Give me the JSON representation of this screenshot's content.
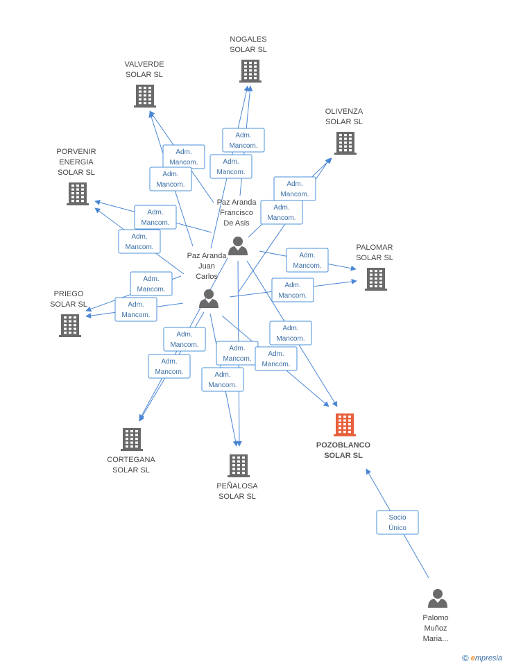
{
  "nodes": [
    {
      "id": "nogales",
      "type": "company",
      "lines": [
        "NOGALES",
        "SOLAR SL"
      ]
    },
    {
      "id": "valverde",
      "type": "company",
      "lines": [
        "VALVERDE",
        "SOLAR SL"
      ]
    },
    {
      "id": "olivenza",
      "type": "company",
      "lines": [
        "OLIVENZA",
        "SOLAR SL"
      ]
    },
    {
      "id": "porvenir",
      "type": "company",
      "lines": [
        "PORVENIR",
        "ENERGIA",
        "SOLAR SL"
      ]
    },
    {
      "id": "palomar",
      "type": "company",
      "lines": [
        "PALOMAR",
        "SOLAR SL"
      ]
    },
    {
      "id": "priego",
      "type": "company",
      "lines": [
        "PRIEGO",
        "SOLAR SL"
      ]
    },
    {
      "id": "cortegana",
      "type": "company",
      "lines": [
        "CORTEGANA",
        "SOLAR SL"
      ]
    },
    {
      "id": "penalosa",
      "type": "company",
      "lines": [
        "PEÑALOSA",
        "SOLAR SL"
      ]
    },
    {
      "id": "pozoblanco",
      "type": "company",
      "focus": true,
      "lines": [
        "POZOBLANCO",
        "SOLAR SL"
      ]
    },
    {
      "id": "francisco",
      "type": "person",
      "lines": [
        "Paz Aranda",
        "Francisco",
        "De Asis"
      ]
    },
    {
      "id": "juancarlos",
      "type": "person",
      "lines": [
        "Paz Aranda",
        "Juan",
        "Carlos"
      ]
    },
    {
      "id": "palomo",
      "type": "person",
      "lines": [
        "Palomo",
        "Muñoz",
        "Maria..."
      ]
    }
  ],
  "edges": [
    {
      "from": "francisco",
      "to": "nogales",
      "label": [
        "Adm.",
        "Mancom."
      ]
    },
    {
      "from": "juancarlos",
      "to": "nogales",
      "label": [
        "Adm.",
        "Mancom."
      ]
    },
    {
      "from": "francisco",
      "to": "valverde",
      "label": [
        "Adm.",
        "Mancom."
      ]
    },
    {
      "from": "juancarlos",
      "to": "valverde",
      "label": [
        "Adm.",
        "Mancom."
      ]
    },
    {
      "from": "francisco",
      "to": "olivenza",
      "label": [
        "Adm.",
        "Mancom."
      ]
    },
    {
      "from": "juancarlos",
      "to": "olivenza",
      "label": [
        "Adm.",
        "Mancom."
      ]
    },
    {
      "from": "francisco",
      "to": "porvenir",
      "label": [
        "Adm.",
        "Mancom."
      ]
    },
    {
      "from": "juancarlos",
      "to": "porvenir",
      "label": [
        "Adm.",
        "Mancom."
      ]
    },
    {
      "from": "francisco",
      "to": "palomar",
      "label": [
        "Adm.",
        "Mancom."
      ]
    },
    {
      "from": "juancarlos",
      "to": "palomar",
      "label": [
        "Adm.",
        "Mancom."
      ]
    },
    {
      "from": "francisco",
      "to": "priego",
      "label": [
        "Adm.",
        "Mancom."
      ]
    },
    {
      "from": "juancarlos",
      "to": "priego",
      "label": [
        "Adm.",
        "Mancom."
      ]
    },
    {
      "from": "francisco",
      "to": "cortegana",
      "label": [
        "Adm.",
        "Mancom."
      ]
    },
    {
      "from": "juancarlos",
      "to": "cortegana",
      "label": [
        "Adm.",
        "Mancom."
      ]
    },
    {
      "from": "francisco",
      "to": "penalosa",
      "label": [
        "Adm.",
        "Mancom."
      ]
    },
    {
      "from": "juancarlos",
      "to": "penalosa",
      "label": [
        "Adm.",
        "Mancom."
      ]
    },
    {
      "from": "francisco",
      "to": "pozoblanco",
      "label": [
        "Adm.",
        "Mancom."
      ]
    },
    {
      "from": "juancarlos",
      "to": "pozoblanco",
      "label": [
        "Adm.",
        "Mancom."
      ]
    },
    {
      "from": "palomo",
      "to": "pozoblanco",
      "label": [
        "Socio",
        "Único"
      ]
    }
  ],
  "colors": {
    "edge": "#4a86d4",
    "company_icon": "#6a6a6a",
    "focus_icon": "#e8603c",
    "person_icon": "#6a6a6a"
  },
  "footer": {
    "copyright_symbol": "©",
    "brand_initial": "e",
    "brand_rest": "mpresia"
  }
}
